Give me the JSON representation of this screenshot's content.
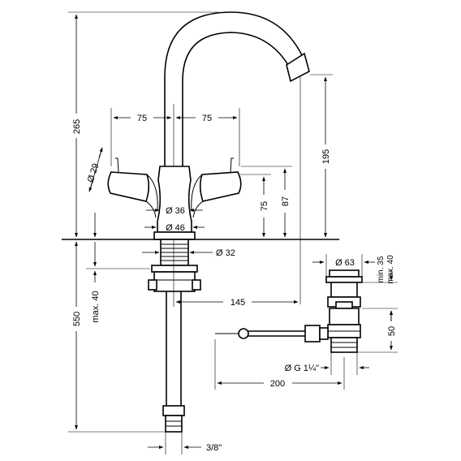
{
  "dimensions": {
    "width_left": "75",
    "width_right": "75",
    "handle_dia": "Ø 29",
    "height_total": "265",
    "spout_height": "195",
    "height_87": "87",
    "height_75": "75",
    "dia_36": "Ø 36",
    "dia_46": "Ø 46",
    "dia_32": "Ø 32",
    "depth_550": "550",
    "max_40_left": "max. 40",
    "reach_145": "145",
    "dia_63": "Ø 63",
    "min_35": "min. 35",
    "max_40_right": "max. 40",
    "drain_50": "50",
    "thread": "Ø G 1¼\"",
    "rod_200": "200",
    "hose_thread": "3/8\""
  }
}
